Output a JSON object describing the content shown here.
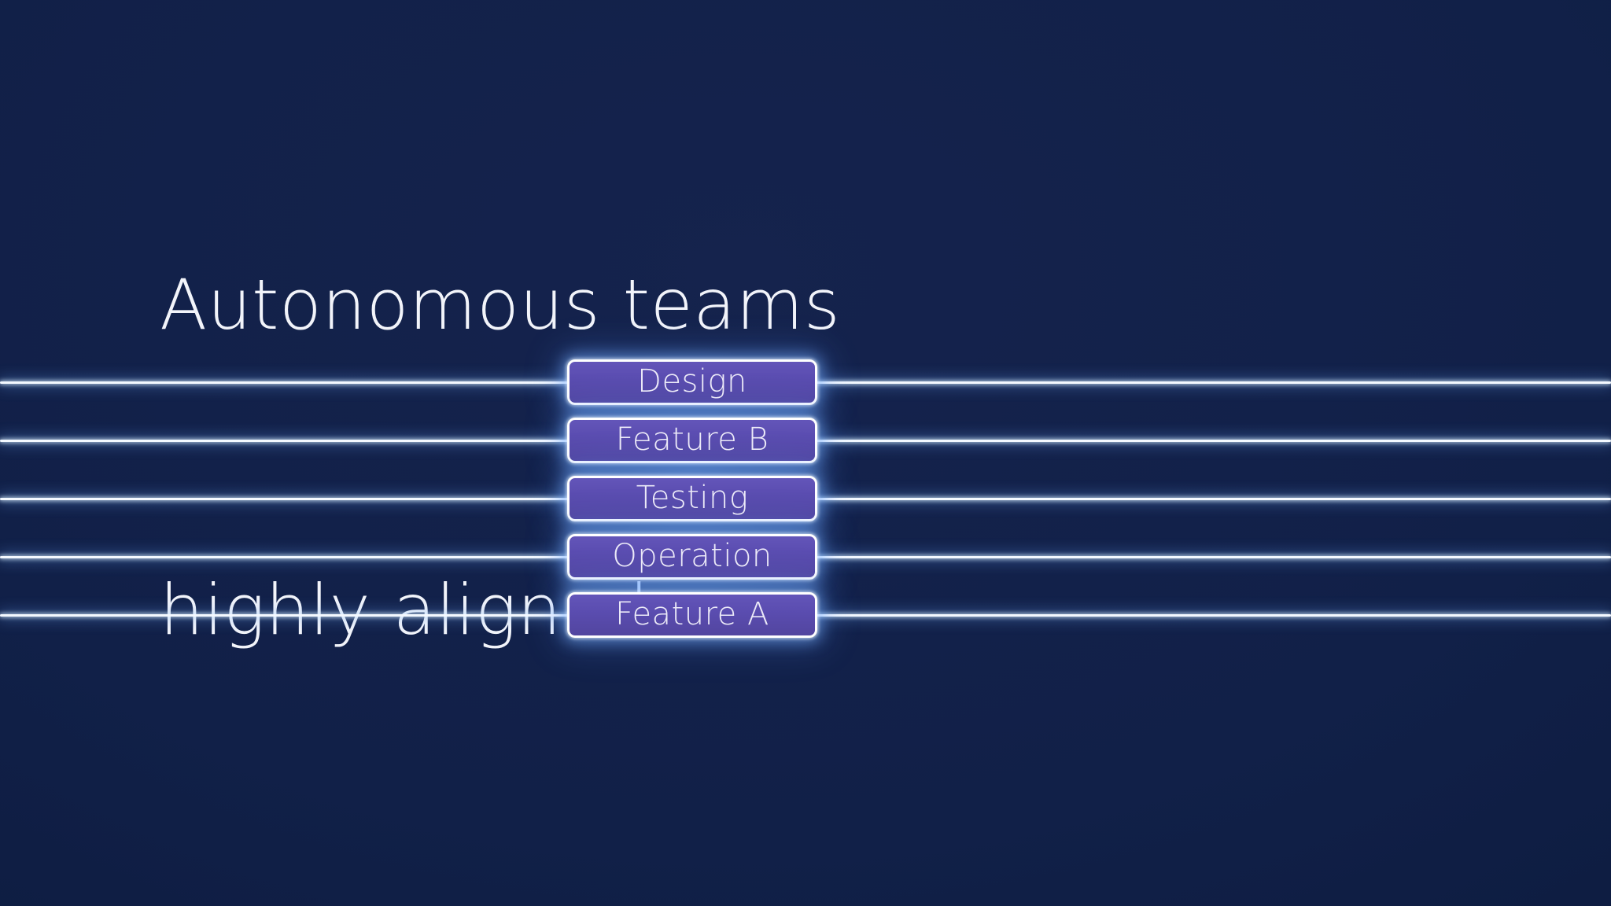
{
  "title": {
    "line1": "Autonomous teams",
    "line2": "highly aligned"
  },
  "teams": [
    {
      "label": "Design"
    },
    {
      "label": "Feature B"
    },
    {
      "label": "Testing"
    },
    {
      "label": "Operation"
    },
    {
      "label": "Feature A"
    }
  ],
  "colors": {
    "background_navy": "#0d1c40",
    "button_purple": "#5a4caf",
    "button_border": "#ffffff",
    "glow_blue": "#6eaaff",
    "line_white": "#f4f9ff",
    "title_text": "#f2f4fa"
  }
}
